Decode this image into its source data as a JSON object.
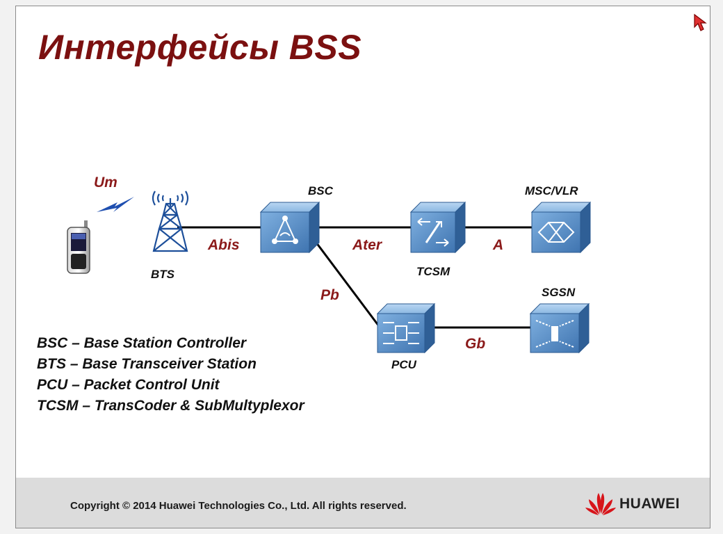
{
  "slide": {
    "title": "Интерфейсы BSS"
  },
  "diagram": {
    "interfaces": {
      "um": "Um",
      "abis": "Abis",
      "ater": "Ater",
      "a": "A",
      "pb": "Pb",
      "gb": "Gb"
    },
    "nodes": {
      "bts": "BTS",
      "bsc": "BSC",
      "tcsm": "TCSM",
      "msc": "MSC/VLR",
      "pcu": "PCU",
      "sgsn": "SGSN"
    },
    "colors": {
      "interface_label": "#8b1a1a",
      "node_front": "#4f86bf",
      "tower": "#1d4f9a",
      "lightning": "#1f4fb0"
    }
  },
  "legend": [
    "BSC – Base Station Controller",
    "BTS – Base Transceiver Station",
    "PCU – Packet Control Unit",
    "TCSM – TransCoder & SubMultyplexor"
  ],
  "footer": {
    "copyright": "Copyright © 2014 Huawei Technologies Co., Ltd. All rights reserved.",
    "brand": "HUAWEI"
  }
}
